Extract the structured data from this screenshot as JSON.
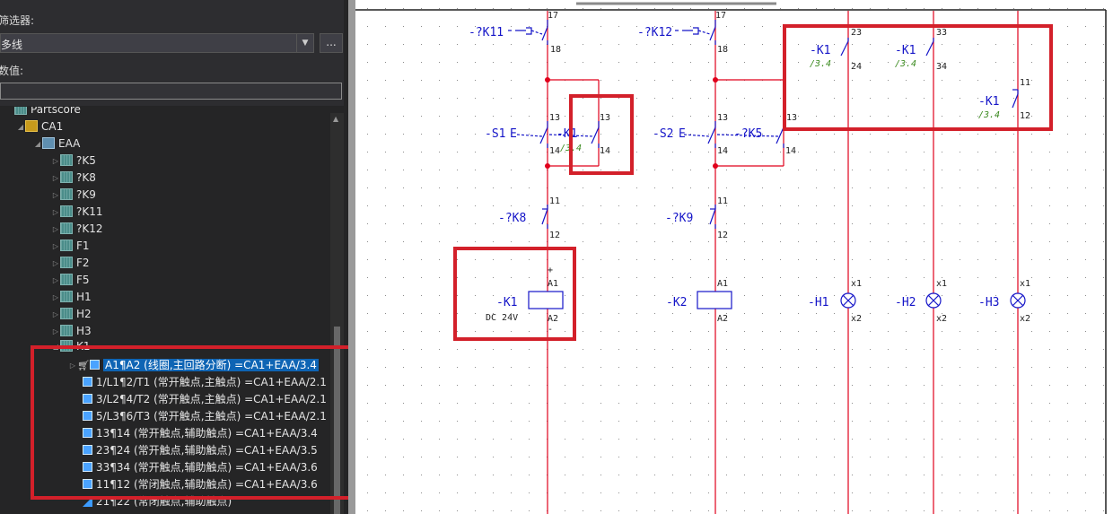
{
  "left_panel": {
    "filter_label": "筛选器:",
    "filter_value": "多线",
    "more_button": "...",
    "value_label": "数值:",
    "value_input": "",
    "tree": {
      "root_partial": "Partscore",
      "ca1": "CA1",
      "eaa": "EAA",
      "devices": [
        "?K5",
        "?K8",
        "?K9",
        "?K11",
        "?K12",
        "F1",
        "F2",
        "F5",
        "H1",
        "H2",
        "H3"
      ],
      "k1_partial": "K1",
      "k1_children": [
        "A1¶A2 (线圈,主回路分断) =CA1+EAA/3.4",
        "1/L1¶2/T1 (常开触点,主触点) =CA1+EAA/2.1",
        "3/L2¶4/T2 (常开触点,主触点) =CA1+EAA/2.1",
        "5/L3¶6/T3 (常开触点,主触点) =CA1+EAA/2.1",
        "13¶14 (常开触点,辅助触点) =CA1+EAA/3.4",
        "23¶24 (常开触点,辅助触点) =CA1+EAA/3.5",
        "33¶34 (常开触点,辅助触点) =CA1+EAA/3.6",
        "11¶12 (常闭触点,辅助触点) =CA1+EAA/3.6"
      ],
      "last_partial": "21¶22 (常闭触点,辅助触点)"
    }
  },
  "schematic": {
    "K11": "-?K11",
    "K12": "-?K12",
    "S1": "-S1",
    "S2": "-S2",
    "K1": "-K1",
    "K5": "-?K5",
    "K8": "-?K8",
    "K9": "-?K9",
    "K2": "-K2",
    "H1": "-H1",
    "H2": "-H2",
    "H3": "-H3",
    "dc24": "DC 24V",
    "ref34": "/3.4",
    "e": "E",
    "plus": "+",
    "minus": "-",
    "pins": {
      "p11": "11",
      "p12": "12",
      "p13": "13",
      "p14": "14",
      "p17": "17",
      "p18": "18",
      "p23": "23",
      "p24": "24",
      "p33": "33",
      "p34": "34",
      "a1": "A1",
      "a2": "A2",
      "x1": "x1",
      "x2": "x2"
    }
  },
  "colors": {
    "wire": "#e0001b",
    "symbol": "#1414c8",
    "ref": "#3a8a1e",
    "highlight": "#d3202a",
    "selection": "#0e64b4"
  }
}
